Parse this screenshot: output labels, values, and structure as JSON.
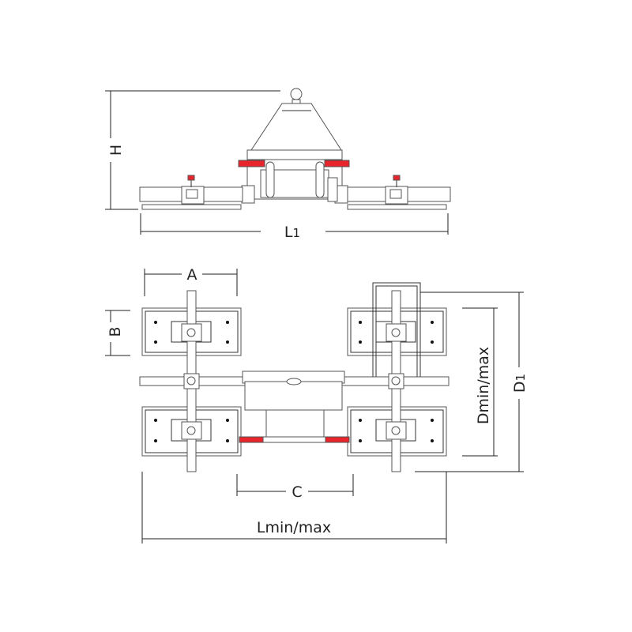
{
  "labels": {
    "height": "H",
    "length1_main": "L",
    "length1_sub": "1",
    "pad_width": "A",
    "pad_depth": "B",
    "center_span": "C",
    "length_range": "Lmin/max",
    "depth_range": "Dmin/max",
    "depth1_main": "D",
    "depth1_sub": "1"
  },
  "colors": {
    "accent": "#e8242c",
    "line": "#333333"
  }
}
